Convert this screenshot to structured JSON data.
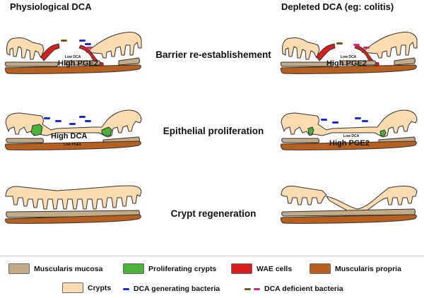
{
  "headers": {
    "left": "Physiological DCA",
    "right": "Depleted DCA (eg: colitis)"
  },
  "stages": [
    {
      "label": "Barrier re-establishement"
    },
    {
      "label": "Epithelial proliferation"
    },
    {
      "label": "Crypt regeneration"
    }
  ],
  "panel_labels": {
    "p1_left_small": "Low DCA",
    "p1_left_big": "High PGE2",
    "p1_right_small": "Low DCA",
    "p1_right_big": "High PGE2",
    "p2_left_big": "High DCA",
    "p2_left_small": "Low PGE2",
    "p2_right_small": "Low DCA",
    "p2_right_big": "High PGE2"
  },
  "legend": {
    "muscularis_mucosa": "Muscularis mucosa",
    "proliferating_crypts": "Proliferating crypts",
    "wae_cells": "WAE cells",
    "muscularis_propria": "Muscularis propria",
    "crypts": "Crypts",
    "dca_generating": "DCA generating bacteria",
    "dca_deficient": "DCA deficient bacteria"
  },
  "colors": {
    "crypt": "#fbdcb0",
    "muscularis_mucosa": "#c2ab86",
    "muscularis_propria": "#b65f1e",
    "proliferating": "#4ab43a",
    "wae": "#d71f1f",
    "dca_gen_bacteria": "#1a2ad6",
    "dca_def_bacteria_a": "#6b6010",
    "dca_def_bacteria_b": "#cf2f7a",
    "outline": "#333333"
  }
}
